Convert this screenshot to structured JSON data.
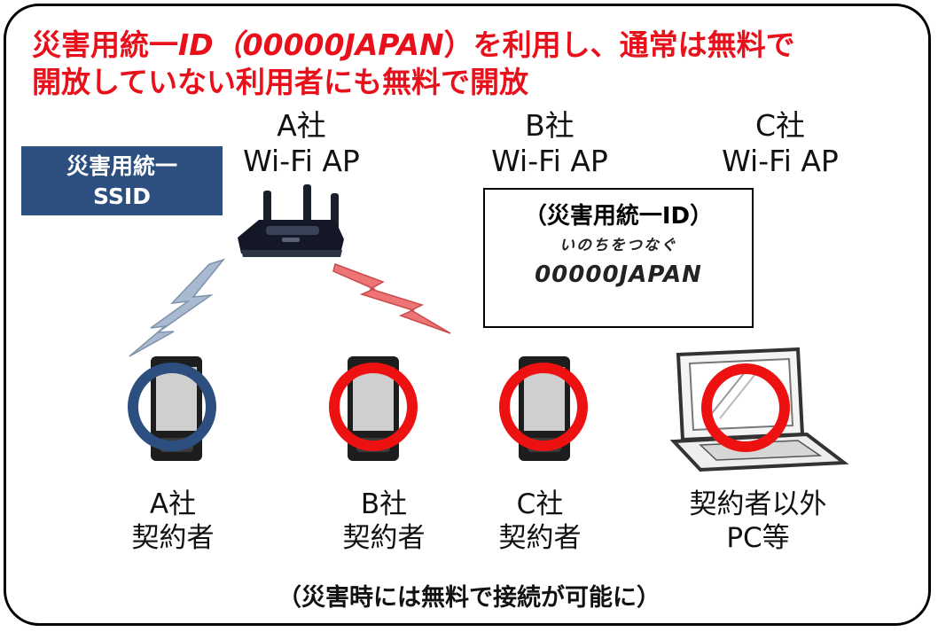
{
  "title": {
    "part1": "災害用統一",
    "part2": "ID（00000JAPAN",
    "part3": "）を利用し、通常は無料で",
    "line2": "開放していない利用者にも無料で開放"
  },
  "ssid_badge": {
    "line1": "災害用統一",
    "line2": "SSID"
  },
  "access_points": [
    {
      "company": "A社",
      "name": "Wi-Fi AP"
    },
    {
      "company": "B社",
      "name": "Wi-Fi AP"
    },
    {
      "company": "C社",
      "name": "Wi-Fi AP"
    }
  ],
  "id_card": {
    "heading": "（災害用統一ID）",
    "tagline": "いのちをつなぐ",
    "code": "00000JAPAN"
  },
  "users": [
    {
      "line1": "A社",
      "line2": "契約者",
      "mark_color": "#2c4f7f"
    },
    {
      "line1": "B社",
      "line2": "契約者",
      "mark_color": "#ee1111"
    },
    {
      "line1": "C社",
      "line2": "契約者",
      "mark_color": "#ee1111"
    },
    {
      "line1": "契約者以外",
      "line2": "PC等",
      "mark_color": "#ee1111"
    }
  ],
  "footer": "（災害時には無料で接続が可能に）",
  "colors": {
    "title": "#e8101b",
    "badge": "#2c4f7f",
    "blue_signal": "#9fb0c6",
    "red_signal": "#e86a6a"
  }
}
